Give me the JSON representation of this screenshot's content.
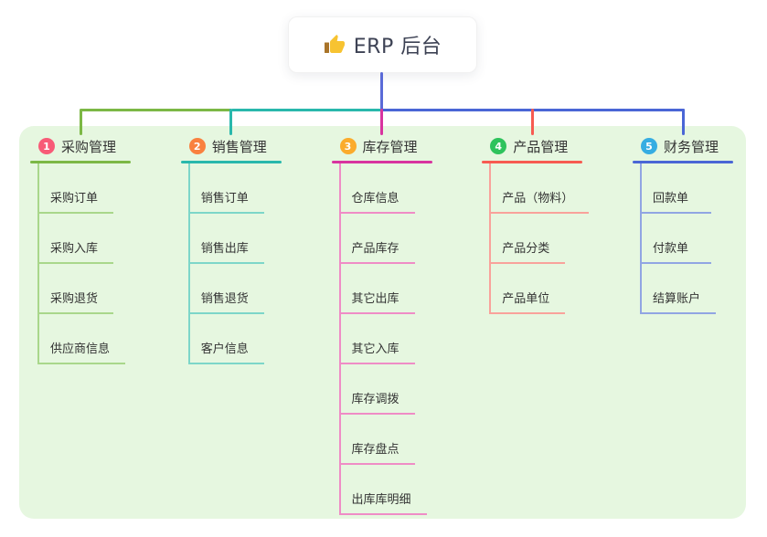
{
  "root": {
    "label": "ERP 后台",
    "icon": "thumbs-up-icon"
  },
  "colors": {
    "panel_bg": "#e6f7e0",
    "root_connector": "#5a6ad7",
    "root_text": "#3d4254",
    "node_text": "#333333"
  },
  "branches": [
    {
      "index": "1",
      "label": "采购管理",
      "badge_color": "#f85b77",
      "line_color": "#7cb845",
      "child_line_color": "#a9d78b",
      "children": [
        "采购订单",
        "采购入库",
        "采购退货",
        "供应商信息"
      ]
    },
    {
      "index": "2",
      "label": "销售管理",
      "badge_color": "#f9813f",
      "line_color": "#29b8ac",
      "child_line_color": "#7dd6c9",
      "children": [
        "销售订单",
        "销售出库",
        "销售退货",
        "客户信息"
      ]
    },
    {
      "index": "3",
      "label": "库存管理",
      "badge_color": "#fbab2c",
      "line_color": "#d8339f",
      "child_line_color": "#ef8cc6",
      "children": [
        "仓库信息",
        "产品库存",
        "其它出库",
        "其它入库",
        "库存调拨",
        "库存盘点",
        "出库库明细"
      ]
    },
    {
      "index": "4",
      "label": "产品管理",
      "badge_color": "#2ec35c",
      "line_color": "#f75b51",
      "child_line_color": "#f9a29b",
      "children": [
        "产品（物料）",
        "产品分类",
        "产品单位"
      ]
    },
    {
      "index": "5",
      "label": "财务管理",
      "badge_color": "#36ade2",
      "line_color": "#4a66d6",
      "child_line_color": "#91a5e3",
      "children": [
        "回款单",
        "付款单",
        "结算账户"
      ]
    }
  ]
}
